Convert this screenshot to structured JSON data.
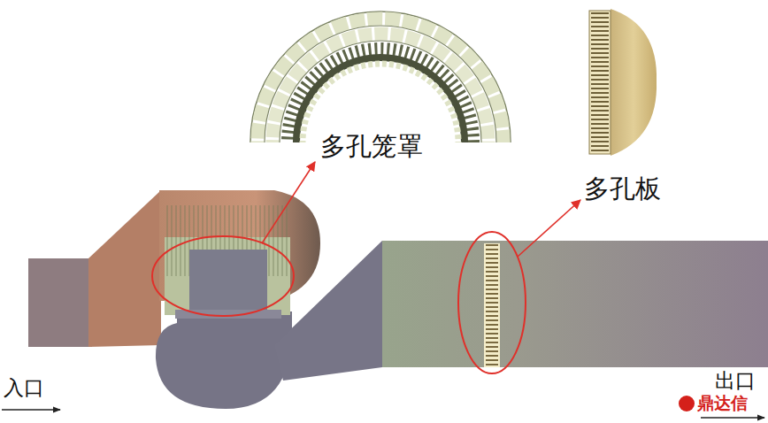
{
  "diagram": {
    "labels": [
      "多孔笼罩",
      "多孔板",
      "入口",
      "出口",
      "鼎达信"
    ]
  }
}
